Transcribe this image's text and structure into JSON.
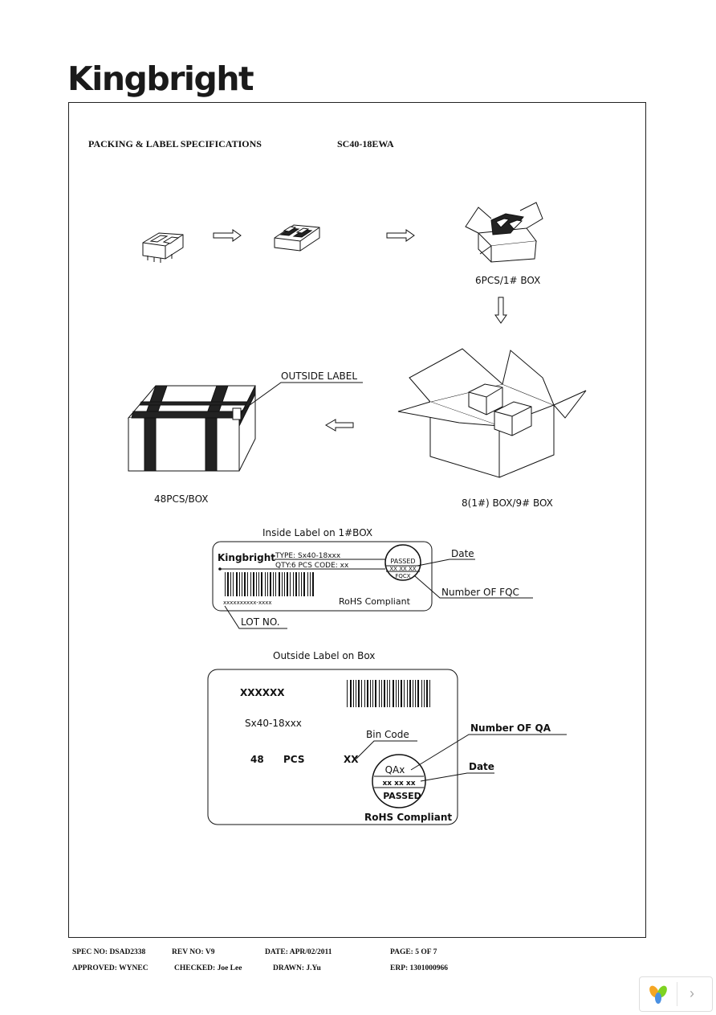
{
  "brand": {
    "logo_text": "Kingbright"
  },
  "header": {
    "title": "PACKING & LABEL SPECIFICATIONS",
    "part_no": "SC40-18EWA"
  },
  "diagram": {
    "box1_caption": "6PCS/1# BOX",
    "box9_caption": "8(1#) BOX/9# BOX",
    "outer_caption": "48PCS/BOX",
    "outside_label_callout": "OUTSIDE LABEL"
  },
  "inside_label": {
    "heading": "Inside Label on 1#BOX",
    "brand": "Kingbright",
    "type_line": "TYPE: Sx40-18xxx",
    "qty_line": "QTY:6  PCS    CODE:  xx",
    "stamp_top": "PASSED",
    "stamp_mid": "XX  XX  XX",
    "stamp_bottom": "FQCX",
    "lot_text": "xxxxxxxxxx-xxxx",
    "rohs": "RoHS Compliant",
    "callout_date": "Date",
    "callout_fqc": "Number OF FQC",
    "callout_lot": "LOT NO."
  },
  "outside_label": {
    "heading": "Outside Label on Box",
    "code": "XXXXXX",
    "type": "Sx40-18xxx",
    "qty": "48",
    "qty_unit": "PCS",
    "bin": "XX",
    "stamp_top": "QAx",
    "stamp_mid": "xx   xx   xx",
    "stamp_bottom": "PASSED",
    "rohs": "RoHS Compliant",
    "callout_bin": "Bin Code",
    "callout_qa": "Number OF QA",
    "callout_date": "Date"
  },
  "footer": {
    "spec_no": "SPEC NO: DSAD2338",
    "rev_no": "REV NO: V9",
    "date": "DATE: APR/02/2011",
    "page": "PAGE: 5  OF 7",
    "approved": "APPROVED: WYNEC",
    "checked": "CHECKED: Joe Lee",
    "drawn": "DRAWN: J.Yu",
    "erp": "ERP: 1301000966"
  }
}
